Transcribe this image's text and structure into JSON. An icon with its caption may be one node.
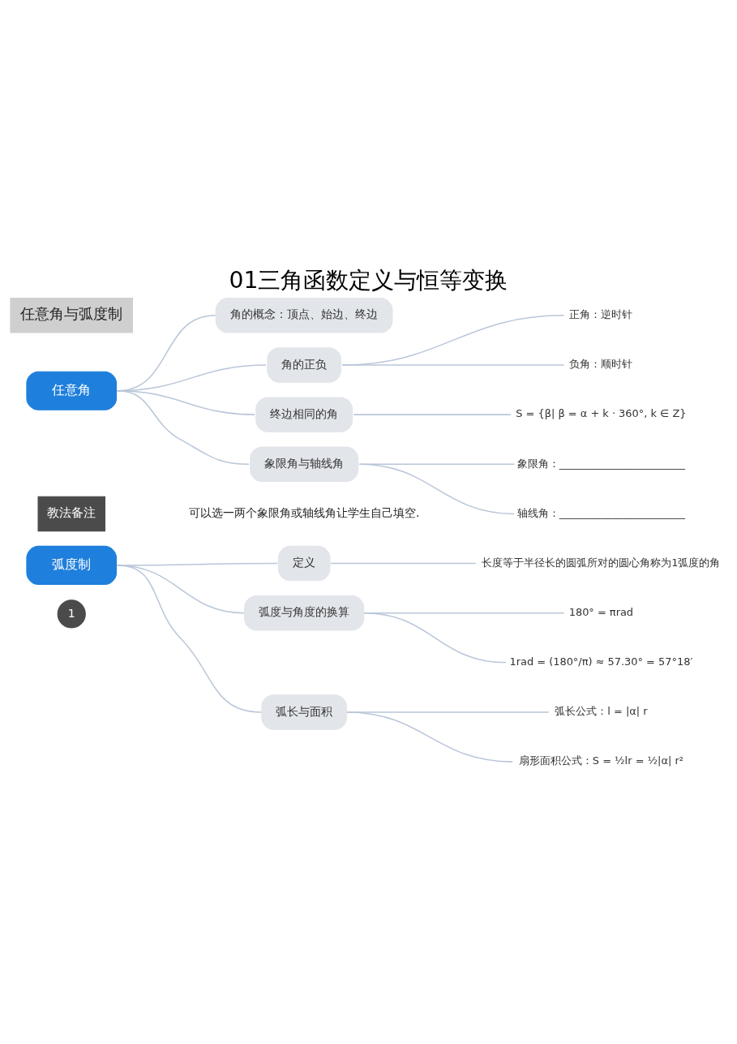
{
  "diagram": {
    "title": "01三角函数定义与恒等变换",
    "nodes": [
      {
        "text": [
          "任意角与弧度制"
        ]
      },
      {
        "text": [
          "任意角"
        ]
      },
      {
        "text": [
          "角的概念：顶点、始边、终边"
        ]
      },
      {
        "text": [
          "角的正负"
        ]
      },
      {
        "text": [
          "正角：逆时针"
        ]
      },
      {
        "text": [
          "负角：顺时针"
        ]
      },
      {
        "text": [
          "终边相同的角"
        ]
      },
      {
        "text": [
          "S = {β| β = α + k · 360°, k ∈ Z}"
        ]
      },
      {
        "text": [
          "象限角与轴线角"
        ]
      },
      {
        "text": [
          "象限角：________________________"
        ]
      },
      {
        "text": [
          "轴线角：________________________"
        ]
      },
      {
        "text": [
          "教法备注"
        ]
      },
      {
        "text": [
          "弧度制"
        ]
      },
      {
        "text": [
          "定义"
        ]
      },
      {
        "text": [
          "长度等于半径长的圆弧所对的圆心角称为1弧度的角"
        ]
      },
      {
        "text": [
          "弧度与角度的换算"
        ]
      },
      {
        "text": [
          "180° = πrad"
        ]
      },
      {
        "text": [
          "1rad = (180°/π) ≈ 57.30° = 57°18′"
        ]
      },
      {
        "text": [
          "弧长与面积"
        ]
      },
      {
        "text": [
          "弧长公式：l = |α| r"
        ]
      },
      {
        "text": [
          "扇形面积公式：S = ½lr = ½|α| r²"
        ]
      },
      {
        "text": [
          "1"
        ]
      }
    ],
    "edges": [
      {
        "from": 1,
        "to": 2,
        "arrow": "none"
      },
      {
        "from": 1,
        "to": 3,
        "arrow": "none"
      },
      {
        "from": 3,
        "to": 4,
        "arrow": "none"
      },
      {
        "from": 3,
        "to": 5,
        "arrow": "none"
      },
      {
        "from": 1,
        "to": 6,
        "arrow": "none"
      },
      {
        "from": 6,
        "to": 7,
        "arrow": "none"
      },
      {
        "from": 1,
        "to": 8,
        "arrow": "none"
      },
      {
        "from": 8,
        "to": 9,
        "arrow": "none"
      },
      {
        "from": 8,
        "to": 10,
        "arrow": "none"
      },
      {
        "from": 12,
        "to": 13,
        "arrow": "none"
      },
      {
        "from": 13,
        "to": 14,
        "arrow": "none"
      },
      {
        "from": 12,
        "to": 15,
        "arrow": "none"
      },
      {
        "from": 15,
        "to": 16,
        "arrow": "none"
      },
      {
        "from": 15,
        "to": 17,
        "arrow": "none"
      },
      {
        "from": 12,
        "to": 18,
        "arrow": "none"
      },
      {
        "from": 18,
        "to": 19,
        "arrow": "none"
      },
      {
        "from": 18,
        "to": 20,
        "arrow": "none"
      }
    ],
    "labels": [
      "可以选一两个象限角或轴线角让学生自己填空."
    ]
  }
}
